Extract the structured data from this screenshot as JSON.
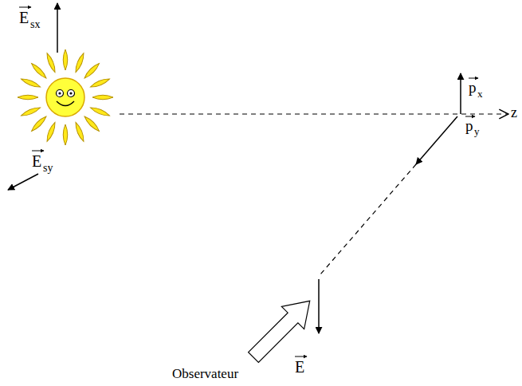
{
  "diagram": {
    "labels": [
      "E",
      "sx",
      "E",
      "sy",
      "p",
      "x",
      "p",
      "y",
      "z",
      "E",
      "Observateur"
    ]
  }
}
